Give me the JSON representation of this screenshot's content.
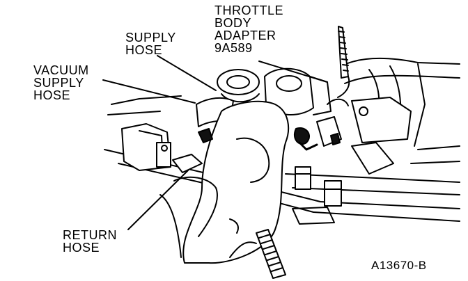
{
  "labels": {
    "throttle_body_adapter": [
      "THROTTLE",
      "BODY",
      "ADAPTER",
      "9A589"
    ],
    "supply_hose": [
      "SUPPLY",
      "HOSE"
    ],
    "vacuum_supply_hose": [
      "VACUUM",
      "SUPPLY",
      "HOSE"
    ],
    "return_hose": [
      "RETURN",
      "HOSE"
    ]
  },
  "figure_id": "A13670-B"
}
